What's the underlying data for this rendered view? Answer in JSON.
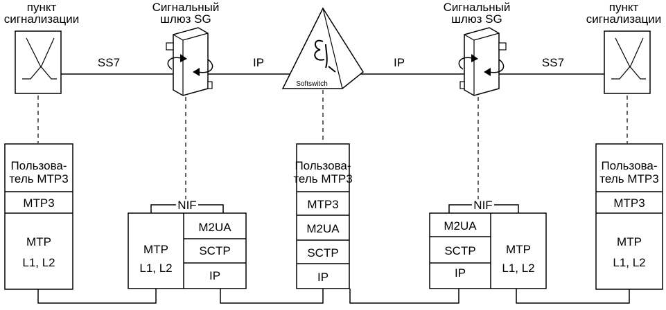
{
  "nodes": {
    "sp_left": {
      "title_line1": "пункт",
      "title_line2": "сигнализации"
    },
    "sg_left": {
      "title_line1": "Сигнальный",
      "title_line2": "шлюз SG"
    },
    "softswitch": {
      "label": "Softswitch"
    },
    "sg_right": {
      "title_line1": "Сигнальный",
      "title_line2": "шлюз SG"
    },
    "sp_right": {
      "title_line1": "пункт",
      "title_line2": "сигнализации"
    }
  },
  "links": {
    "left_ss7": "SS7",
    "left_ip": "IP",
    "right_ip": "IP",
    "right_ss7": "SS7"
  },
  "stacks": {
    "left_sp": {
      "user_line1": "Пользова-",
      "user_line2": "тель МТР3",
      "mtp3": "МТР3",
      "mtp_line1": "МТР",
      "mtp_line2": "L1, L2"
    },
    "left_sg": {
      "nif": "NIF",
      "mtp_line1": "МТР",
      "mtp_line2": "L1, L2",
      "m2ua": "M2UA",
      "sctp": "SCTP",
      "ip": "IP"
    },
    "softswitch": {
      "user_line1": "Пользова-",
      "user_line2": "тель МТР3",
      "mtp3": "МТР3",
      "m2ua": "M2UA",
      "sctp": "SCTP",
      "ip": "IP"
    },
    "right_sg": {
      "nif": "NIF",
      "m2ua": "M2UA",
      "sctp": "SCTP",
      "ip": "IP",
      "mtp_line1": "МТР",
      "mtp_line2": "L1, L2"
    },
    "right_sp": {
      "user_line1": "Пользова-",
      "user_line2": "тель МТР3",
      "mtp3": "МТР3",
      "mtp_line1": "МТР",
      "mtp_line2": "L1, L2"
    }
  }
}
